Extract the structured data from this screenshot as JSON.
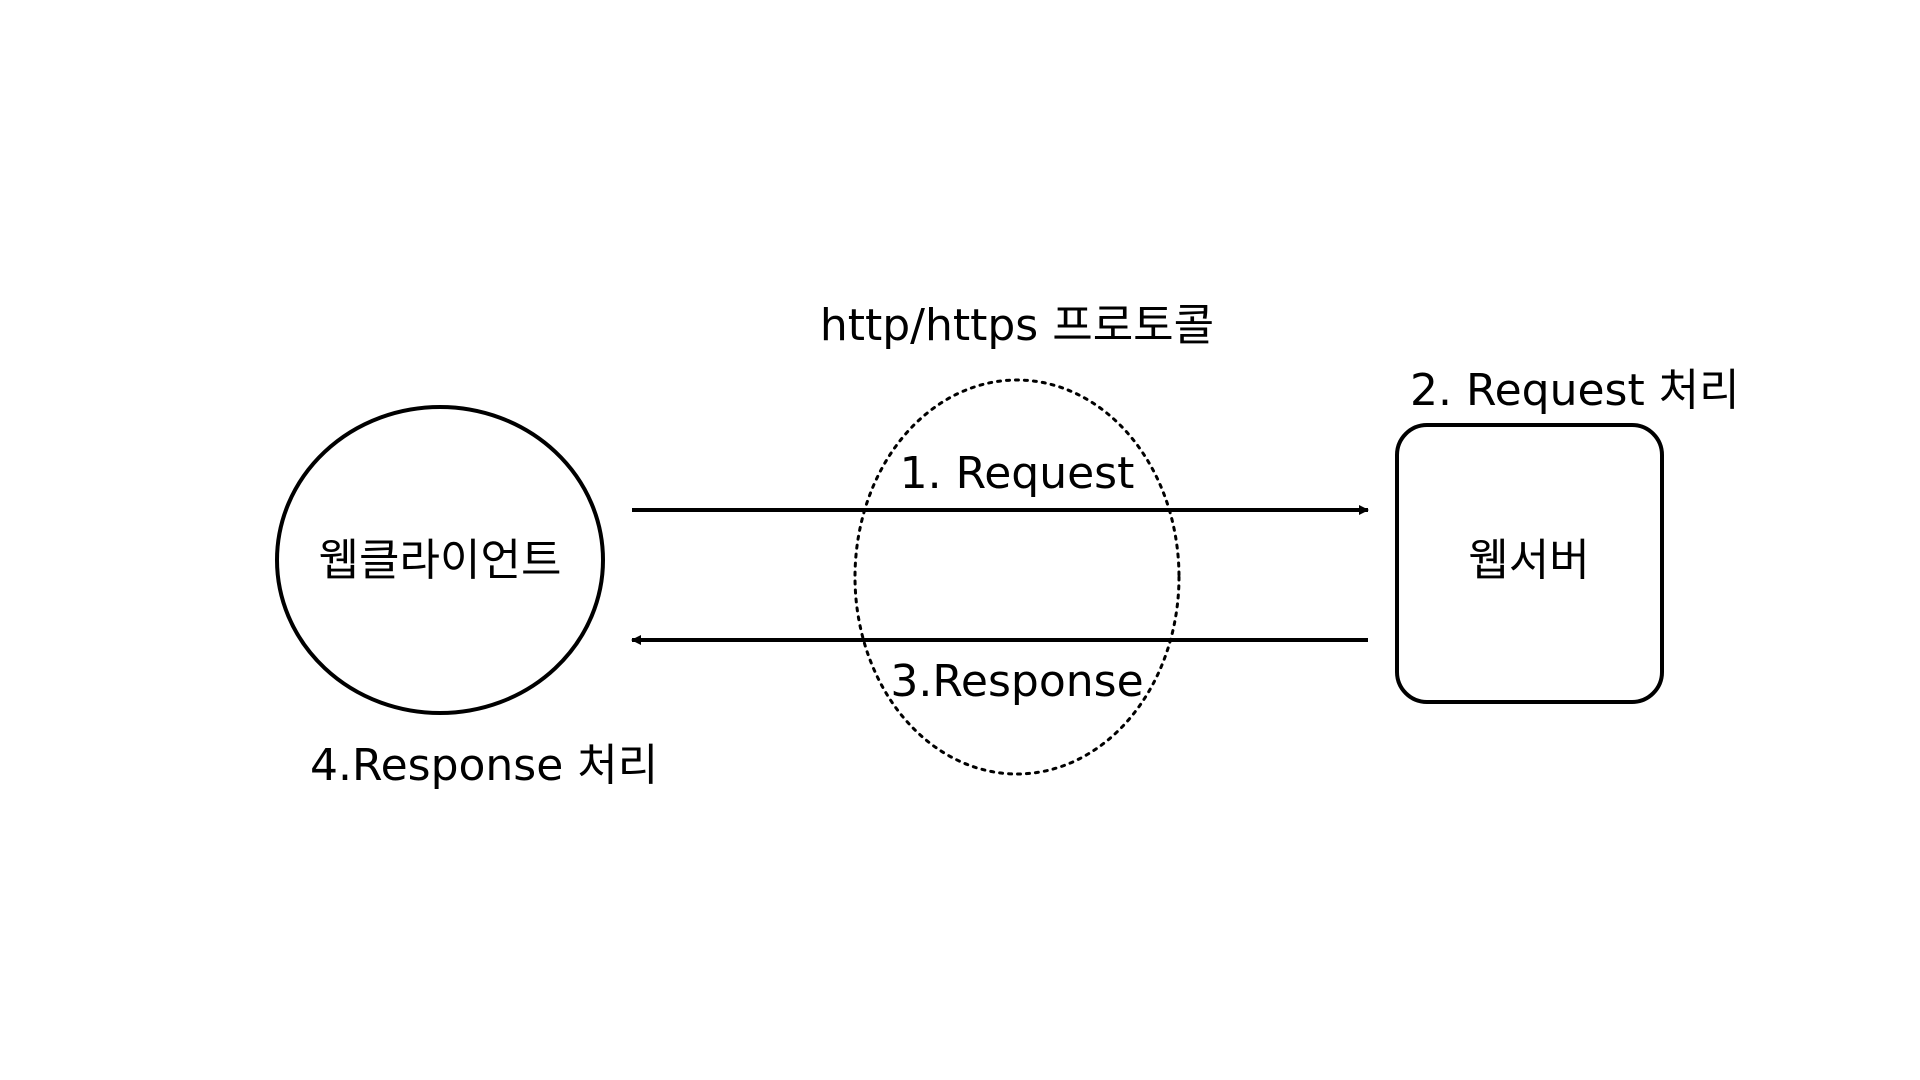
{
  "protocol_label": "http/https 프로토콜",
  "client": {
    "label": "웹클라이언트",
    "step_label": "4.Response 처리"
  },
  "server": {
    "label": "웹서버",
    "step_label": "2. Request 처리"
  },
  "request_arrow": {
    "label": "1. Request"
  },
  "response_arrow": {
    "label": "3.Response"
  },
  "colors": {
    "stroke": "#000000",
    "background": "#ffffff"
  }
}
